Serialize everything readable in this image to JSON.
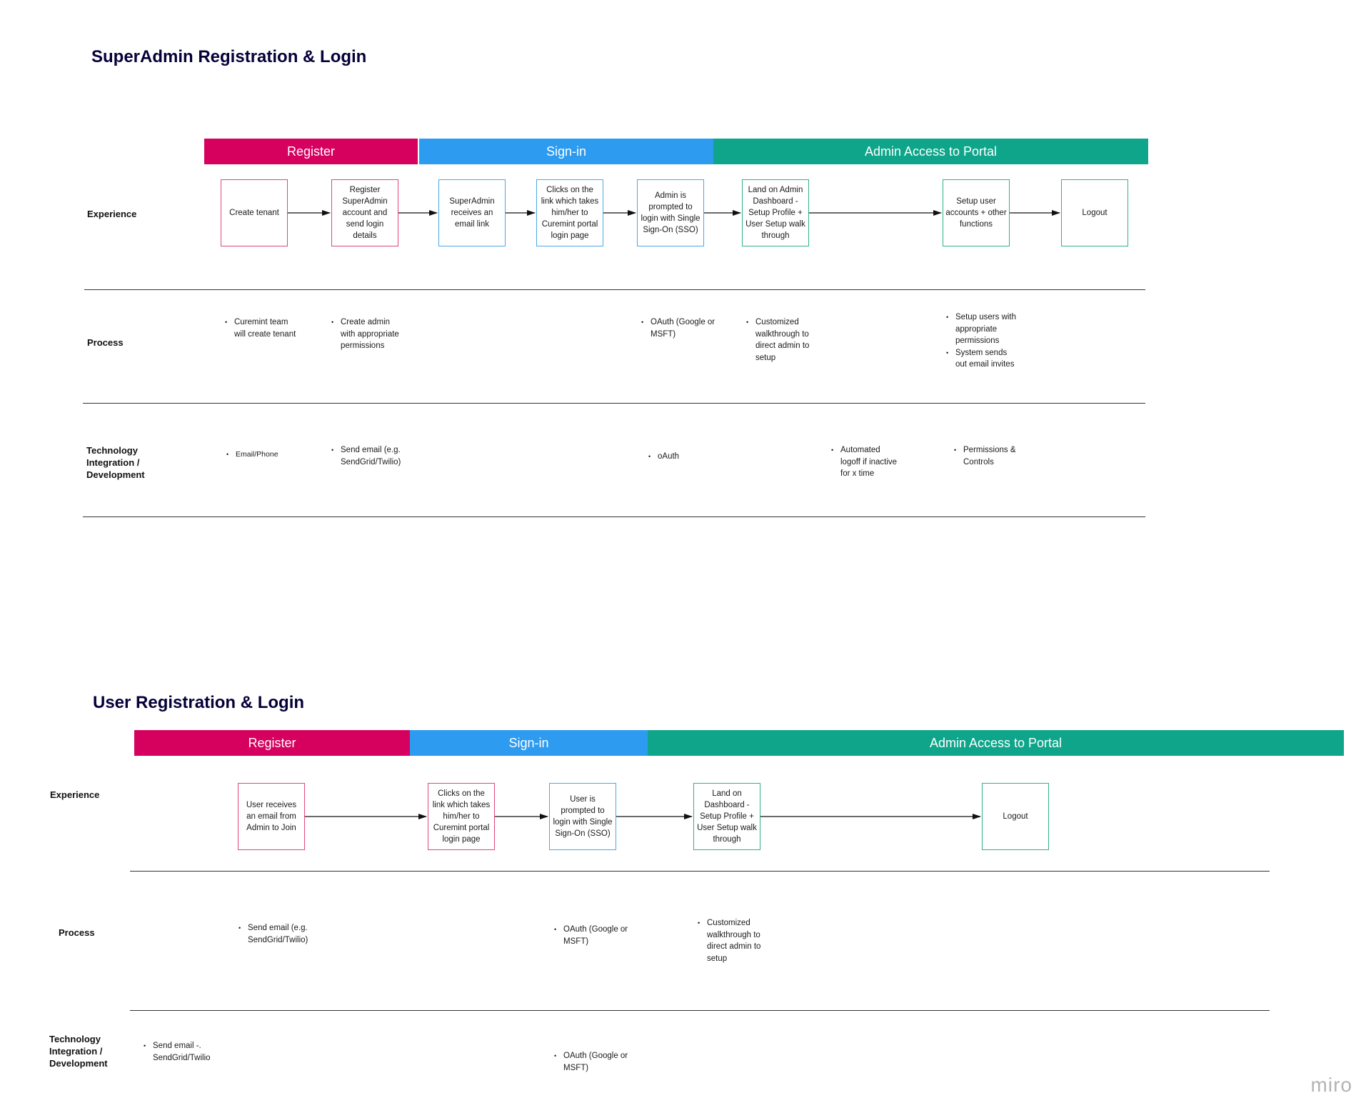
{
  "superadmin": {
    "title": "SuperAdmin Registration & Login",
    "phases": {
      "register": "Register",
      "signin": "Sign-in",
      "admin_access": "Admin Access to Portal"
    },
    "rows": {
      "experience": "Experience",
      "process": "Process",
      "technology": "Technology Integration / Development"
    },
    "experience": [
      "Create tenant",
      "Register SuperAdmin account and send login details",
      "SuperAdmin receives an email link",
      "Clicks on the link which takes him/her to Curemint portal login page",
      "Admin is prompted to login with Single Sign-On (SSO)",
      "Land on Admin Dashboard - Setup Profile + User Setup walk through",
      "Setup user accounts + other functions",
      "Logout"
    ],
    "process": {
      "curemint_team": "Curemint team will create tenant",
      "create_admin": "Create admin with appropriate permissions",
      "oauth": "OAuth (Google or MSFT)",
      "walkthrough": "Customized walkthrough to direct admin to setup",
      "setup_users": "Setup users with appropriate permissions",
      "email_invites": "System sends out email invites"
    },
    "technology": {
      "email_phone": "Email/Phone",
      "send_email": "Send email (e.g. SendGrid/Twilio)",
      "oauth": "oAuth",
      "logoff": "Automated logoff if inactive for x time",
      "permissions": "Permissions & Controls"
    }
  },
  "user": {
    "title": "User Registration & Login",
    "phases": {
      "register": "Register",
      "signin": "Sign-in",
      "admin_access": "Admin Access to Portal"
    },
    "rows": {
      "experience": "Experience",
      "process": "Process",
      "technology": "Technology Integration / Development"
    },
    "experience": [
      "User receives an email from Admin to Join",
      "Clicks on the link which takes him/her to Curemint portal login page",
      "User is prompted to login with Single Sign-On (SSO)",
      "Land on Dashboard - Setup Profile + User Setup walk through",
      "Logout"
    ],
    "process": {
      "send_email": "Send email (e.g. SendGrid/Twilio)",
      "oauth": "OAuth (Google or MSFT)",
      "walkthrough": "Customized walkthrough to direct admin to setup"
    },
    "technology": {
      "send_email": "Send email -. SendGrid/Twilio",
      "oauth": "OAuth (Google or MSFT)"
    }
  },
  "brand": "miro",
  "colors": {
    "register": "#d6005f",
    "signin": "#2d9bf0",
    "admin_access": "#0ea58a"
  }
}
